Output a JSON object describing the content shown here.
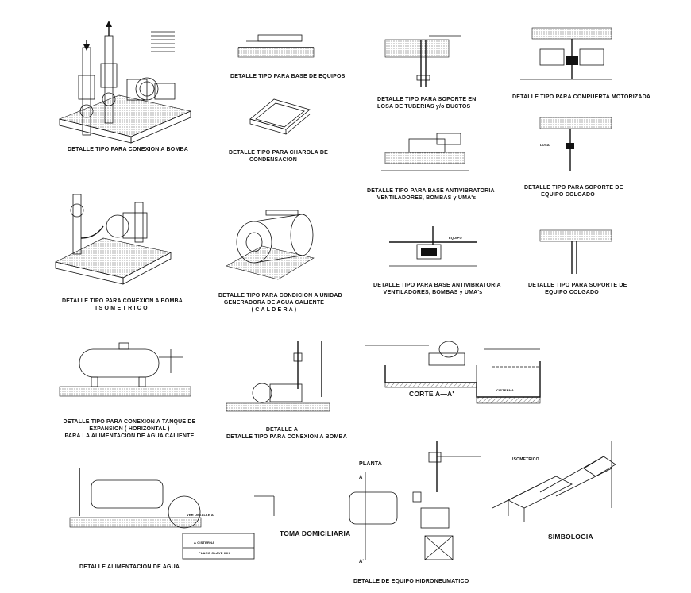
{
  "captions": {
    "c1": "DETALLE TIPO PARA CONEXION A BOMBA",
    "c2": "DETALLE TIPO PARA BASE DE EQUIPOS",
    "c3": [
      "DETALLE TIPO PARA SOPORTE EN",
      "LOSA DE TUBERIAS y/o DUCTOS"
    ],
    "c4": "DETALLE TIPO PARA COMPUERTA MOTORIZADA",
    "c5": [
      "DETALLE TIPO PARA CHAROLA DE",
      "CONDENSACION"
    ],
    "c6": [
      "DETALLE TIPO PARA BASE ANTIVIBRATORIA",
      "VENTILADORES, BOMBAS y UMA's"
    ],
    "c7": [
      "DETALLE TIPO PARA SOPORTE DE",
      "EQUIPO COLGADO"
    ],
    "c8": [
      "DETALLE TIPO PARA CONEXION A BOMBA",
      "I S O M E T R I C O"
    ],
    "c9": [
      "DETALLE TIPO PARA CONDICION A UNIDAD",
      "GENERADORA DE AGUA CALIENTE",
      "( C A L D E R A )"
    ],
    "c10": [
      "DETALLE TIPO PARA BASE ANTIVIBRATORIA",
      "VENTILADORES, BOMBAS y UMA's"
    ],
    "c11": [
      "DETALLE TIPO PARA SOPORTE DE",
      "EQUIPO COLGADO"
    ],
    "c12": [
      "DETALLE TIPO PARA CONEXION A TANQUE DE",
      "EXPANSION  ( HORIZONTAL )",
      "PARA LA ALIMENTACION DE AGUA CALIENTE"
    ],
    "c13": [
      "DETALLE  A",
      "DETALLE TIPO PARA CONEXION A BOMBA"
    ],
    "c14": "CORTE  A—A'",
    "c15": "DETALLE ALIMENTACION DE AGUA",
    "c16": "TOMA DOMICILIARIA",
    "c17": "DETALLE DE EQUIPO HIDRONEUMATICO",
    "c18": "SIMBOLOGIA",
    "planta": "PLANTA",
    "isometrico": "ISOMETRICO",
    "ver_detalle": "VER DETALLE A",
    "plano_clave": "PLANO CLAVE IHH",
    "a_cisterna": "A  CISTERNA",
    "cisterna": "CISTERNA",
    "equipo": "EQUIPO",
    "losa": "LOSA",
    "a_mark": "A",
    "a_prime": "A'"
  }
}
